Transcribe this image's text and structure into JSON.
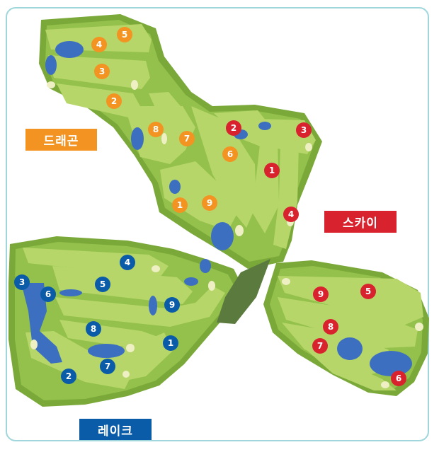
{
  "colors": {
    "rough_dark": "#7aa93a",
    "rough_mid": "#93c14b",
    "fairway": "#b6d66a",
    "outline": "#5f8b2c",
    "water": "#3c6fc0",
    "sand": "#eef0c4",
    "clubhouse": "#5b7a3e",
    "dragon": "#f39321",
    "sky": "#d8232f",
    "lake": "#0b5ca8"
  },
  "courses": {
    "dragon": {
      "label": "드래곤",
      "holes": [
        {
          "number": "5"
        },
        {
          "number": "4"
        },
        {
          "number": "3"
        },
        {
          "number": "2"
        },
        {
          "number": "8"
        },
        {
          "number": "7"
        },
        {
          "number": "6"
        },
        {
          "number": "1"
        },
        {
          "number": "9"
        }
      ]
    },
    "sky": {
      "label": "스카이",
      "holes": [
        {
          "number": "2"
        },
        {
          "number": "3"
        },
        {
          "number": "1"
        },
        {
          "number": "4"
        },
        {
          "number": "9"
        },
        {
          "number": "5"
        },
        {
          "number": "8"
        },
        {
          "number": "7"
        },
        {
          "number": "6"
        }
      ]
    },
    "lake": {
      "label": "레이크",
      "holes": [
        {
          "number": "4"
        },
        {
          "number": "3"
        },
        {
          "number": "6"
        },
        {
          "number": "5"
        },
        {
          "number": "9"
        },
        {
          "number": "8"
        },
        {
          "number": "1"
        },
        {
          "number": "7"
        },
        {
          "number": "2"
        }
      ]
    }
  }
}
